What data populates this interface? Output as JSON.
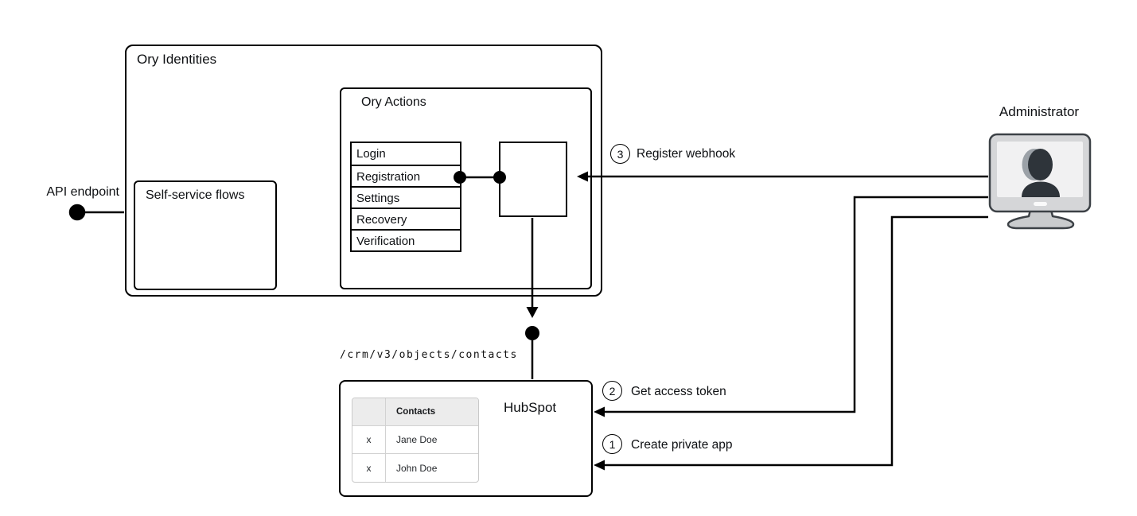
{
  "diagram": {
    "api_endpoint_label": "API endpoint",
    "administrator_label": "Administrator",
    "endpoint_path": "/crm/v3/objects/contacts"
  },
  "ory_identities": {
    "title": "Ory Identities",
    "self_service_flows_label": "Self-service flows",
    "ory_actions": {
      "title": "Ory Actions",
      "flows": [
        "Login",
        "Registration",
        "Settings",
        "Recovery",
        "Verification"
      ]
    }
  },
  "hubspot": {
    "title": "HubSpot",
    "contacts_table": {
      "header": "Contacts",
      "rows": [
        {
          "col1": "x",
          "col2": "Jane Doe"
        },
        {
          "col1": "x",
          "col2": "John Doe"
        }
      ]
    }
  },
  "steps": [
    {
      "number": "1",
      "label": "Create private app"
    },
    {
      "number": "2",
      "label": "Get access token"
    },
    {
      "number": "3",
      "label": "Register webhook"
    }
  ],
  "colors": {
    "line": "#000000",
    "monitor_frame": "#d5d6d8",
    "monitor_screen": "#f1f1f2",
    "monitor_outline": "#3c4146",
    "silhouette": "#2e343a",
    "silhouette_highlight": "#9ba1a7",
    "table_header_bg": "#ececec",
    "table_border": "#c9c9c9"
  }
}
